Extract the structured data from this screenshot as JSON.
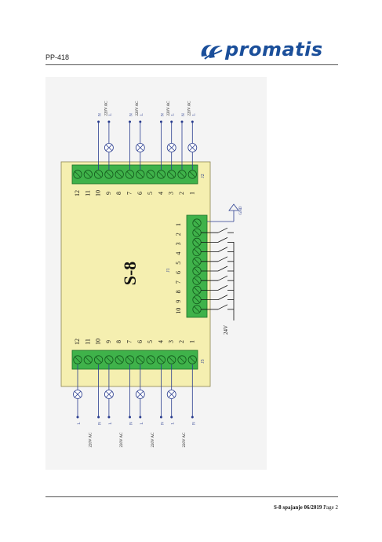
{
  "header": {
    "page_code": "PP-418",
    "logo_text": "promatis",
    "brand_color": "#1b4f9a"
  },
  "diagram": {
    "board_label": "S-8",
    "board_color": "#f5efb0",
    "terminal_color": "#3fb24a",
    "connectors": {
      "j1": {
        "label": "J1",
        "terminals": [
          "1",
          "2",
          "3",
          "4",
          "5",
          "6",
          "7",
          "8",
          "9",
          "10"
        ]
      },
      "j2": {
        "label": "J2",
        "terminals": [
          "12",
          "11",
          "10",
          "9",
          "8",
          "7",
          "6",
          "5",
          "4",
          "3",
          "2",
          "1"
        ]
      },
      "j3": {
        "label": "J3",
        "terminals": [
          "12",
          "11",
          "10",
          "9",
          "8",
          "7",
          "6",
          "5",
          "4",
          "3",
          "2",
          "1"
        ]
      }
    },
    "supply_label": "220V AC",
    "line_label": "L",
    "neutral_label": "N",
    "input_voltage_label": "24V",
    "ground_label": "GND"
  },
  "footer": {
    "title": "S-8 spajanje 06/2019",
    "page": "Page 2"
  }
}
